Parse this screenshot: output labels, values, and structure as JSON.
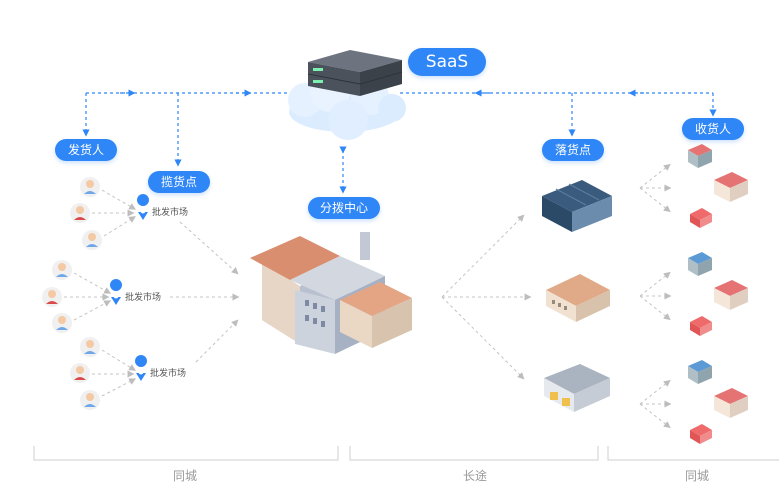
{
  "top": {
    "saas_label": "SaaS"
  },
  "nodes": {
    "shipper": "发货人",
    "pickup": "揽货点",
    "hub": "分拨中心",
    "dropoff": "落货点",
    "receiver": "收货人"
  },
  "markets": [
    "批发市场",
    "批发市场",
    "批发市场"
  ],
  "groups": {
    "left": "同城",
    "middle": "长途",
    "right": "同城"
  },
  "colors": {
    "accent": "#2f86f6",
    "arrow": "#bbbbbb",
    "bracket": "#cccccc"
  },
  "icons": [
    "server-icon",
    "cloud-icon",
    "person-icon",
    "location-pin-icon",
    "factory-icon",
    "warehouse-icon",
    "shop-icon"
  ]
}
